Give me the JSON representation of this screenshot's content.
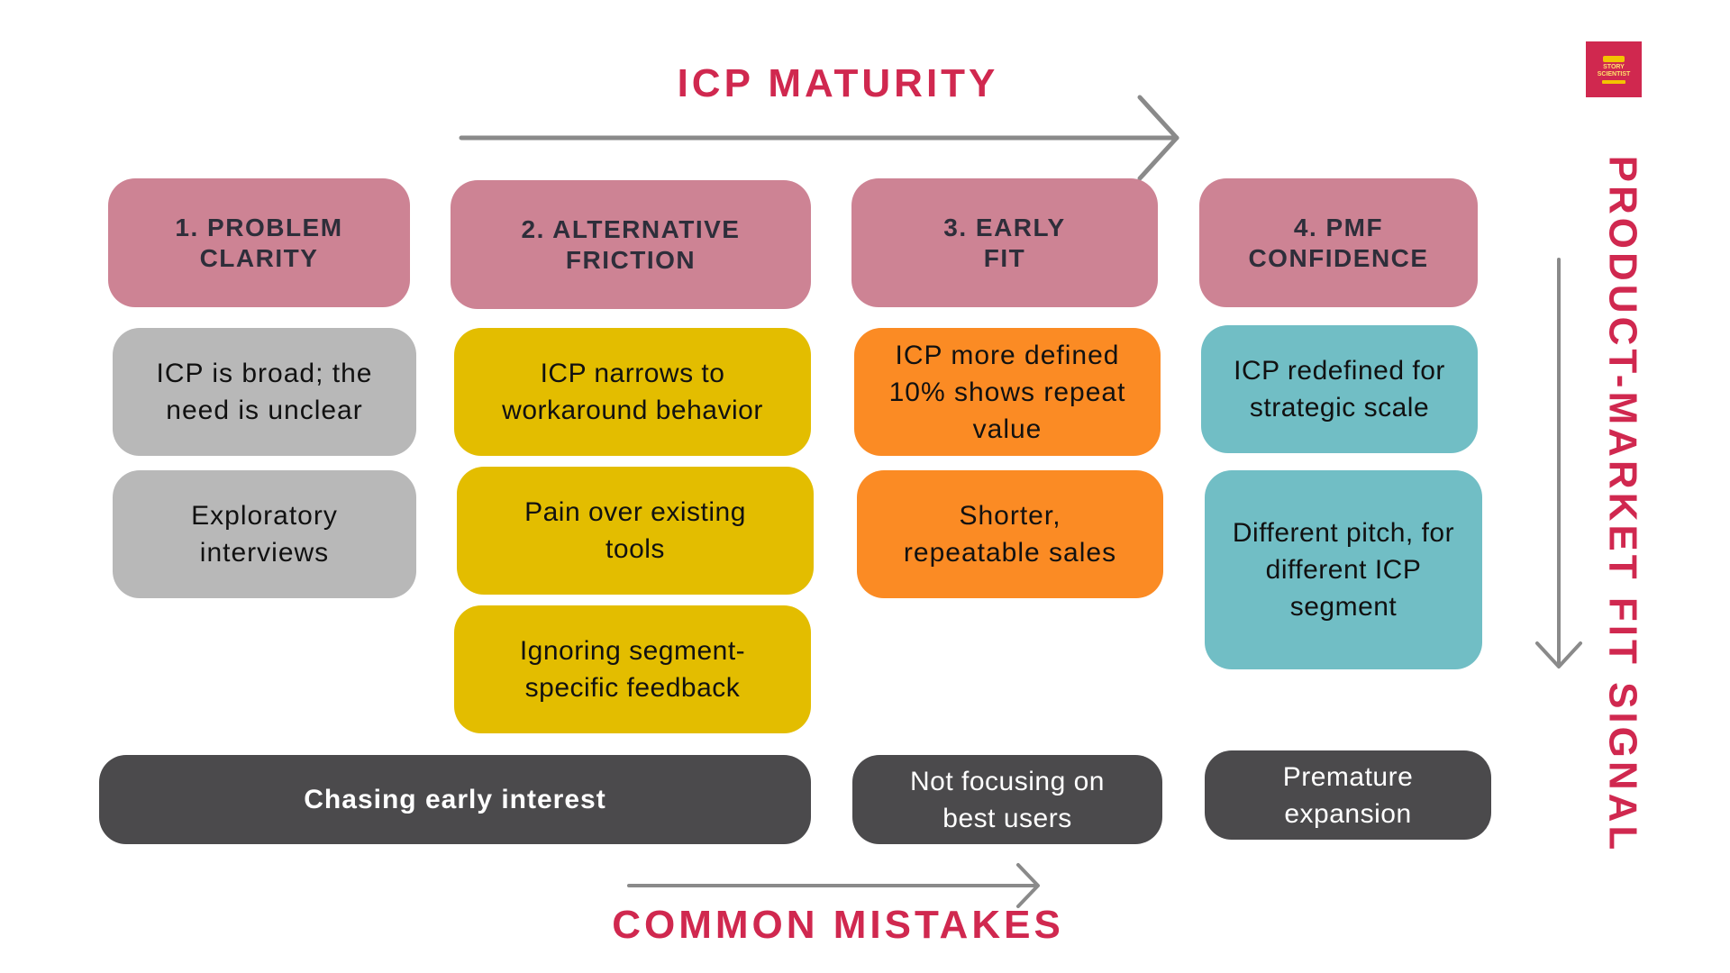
{
  "titles": {
    "top": "ICP MATURITY",
    "bottom": "COMMON MISTAKES",
    "side": "PRODUCT-MARKET FIT SIGNAL"
  },
  "logo": {
    "text": "STORY\nSCIENTIST",
    "color": "#d0284f"
  },
  "stages": [
    {
      "header": "1. PROBLEM\nCLARITY",
      "cards": [
        "ICP is broad; the\nneed is unclear",
        "Exploratory\ninterviews"
      ]
    },
    {
      "header": "2. ALTERNATIVE\nFRICTION",
      "cards": [
        "ICP narrows to\nworkaround behavior",
        "Pain over existing\ntools",
        "Ignoring segment-\nspecific feedback"
      ]
    },
    {
      "header": "3. EARLY\nFIT",
      "cards": [
        "ICP more defined\n10% shows repeat\nvalue",
        "Shorter,\nrepeatable sales"
      ]
    },
    {
      "header": "4. PMF\nCONFIDENCE",
      "cards": [
        "ICP redefined for\nstrategic scale",
        "Different pitch, for\ndifferent ICP\nsegment"
      ]
    }
  ],
  "mistakes": [
    "Chasing early interest",
    "Not focusing on\nbest users",
    "Premature\nexpansion"
  ],
  "colors": {
    "accent": "#d0284f",
    "header": "#cd8394",
    "stage1": "#b8b8b8",
    "stage2": "#e3bd00",
    "stage3": "#fb8b24",
    "stage4": "#71bec5",
    "mistake": "#4b4a4c",
    "arrow": "#8a8a8a"
  }
}
